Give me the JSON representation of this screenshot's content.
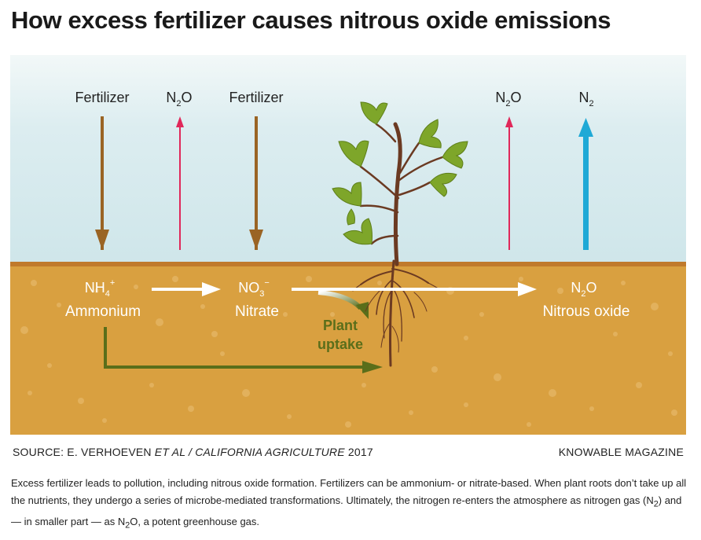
{
  "title": "How excess fertilizer causes nitrous oxide emissions",
  "labels": {
    "fertilizer_1": "Fertilizer",
    "fertilizer_2": "Fertilizer",
    "n2o_top_1": {
      "base": "N",
      "sub": "2",
      "tail": "O"
    },
    "n2o_top_2": {
      "base": "N",
      "sub": "2",
      "tail": "O"
    },
    "n2_top": {
      "base": "N",
      "sub": "2"
    },
    "ammonium_formula": {
      "base": "NH",
      "sub": "4",
      "sup": "+"
    },
    "ammonium_name": "Ammonium",
    "nitrate_formula": {
      "base": "NO",
      "sub": "3",
      "sup": "−"
    },
    "nitrate_name": "Nitrate",
    "plant_uptake_line1": "Plant",
    "plant_uptake_line2": "uptake",
    "nitrous_formula": {
      "base": "N",
      "sub": "2",
      "tail": "O"
    },
    "nitrous_name": "Nitrous oxide"
  },
  "colors": {
    "sky": "#d8ebee",
    "soil": "#d9a040",
    "soil_line": "#c07a2c",
    "fertilizer_arrow": "#9a6424",
    "n2o_arrow": "#e0285a",
    "n2_arrow": "#1fa9d6",
    "uptake_arrow": "#5a6e1a",
    "leaf": "#7ea62a",
    "stem": "#6b3a22"
  },
  "source": {
    "prefix": "SOURCE: E. VERHOEVEN ",
    "italic": "ET AL / CALIFORNIA AGRICULTURE",
    "suffix": " 2017"
  },
  "publisher": "KNOWABLE MAGAZINE",
  "caption": {
    "part1": "Excess fertilizer leads to pollution, including nitrous oxide formation. Fertilizers can be ammonium- or nitrate-based. When plant roots don’t take up all the nutrients, they undergo a series of microbe-mediated transformations. Ultimately, the nitrogen re-enters the atmosphere as nitrogen gas (N",
    "sub1": "2",
    "part2": ") and — in smaller part — as N",
    "sub2": "2",
    "part3": "O, a potent greenhouse gas."
  }
}
